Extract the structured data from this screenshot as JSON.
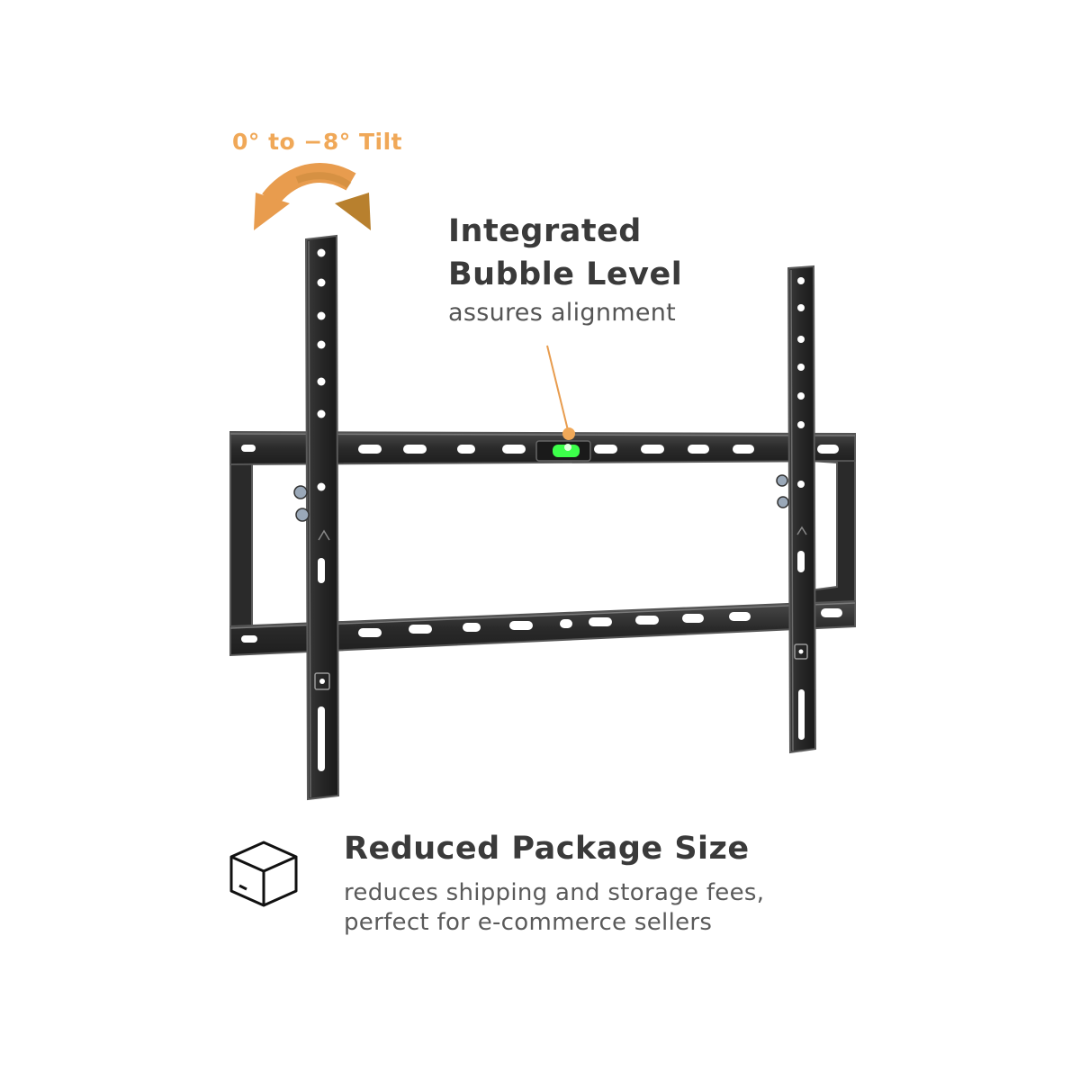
{
  "tilt": {
    "label": "0° to −8° Tilt"
  },
  "bubble_level": {
    "title_line1": "Integrated",
    "title_line2": "Bubble Level",
    "subtitle": "assures alignment"
  },
  "package": {
    "title": "Reduced Package Size",
    "desc_line1": "reduces shipping and storage fees,",
    "desc_line2": "perfect for e-commerce sellers"
  },
  "colors": {
    "accent": "#f0a858",
    "bracket": "#2b2b2b",
    "bracket_edge": "#5a5a5a",
    "bubble": "#3cff4a",
    "text_dark": "#3a3a3a",
    "text_gray": "#5a5a5a"
  },
  "icons": [
    "tilt-arrow-icon",
    "package-box-icon"
  ]
}
